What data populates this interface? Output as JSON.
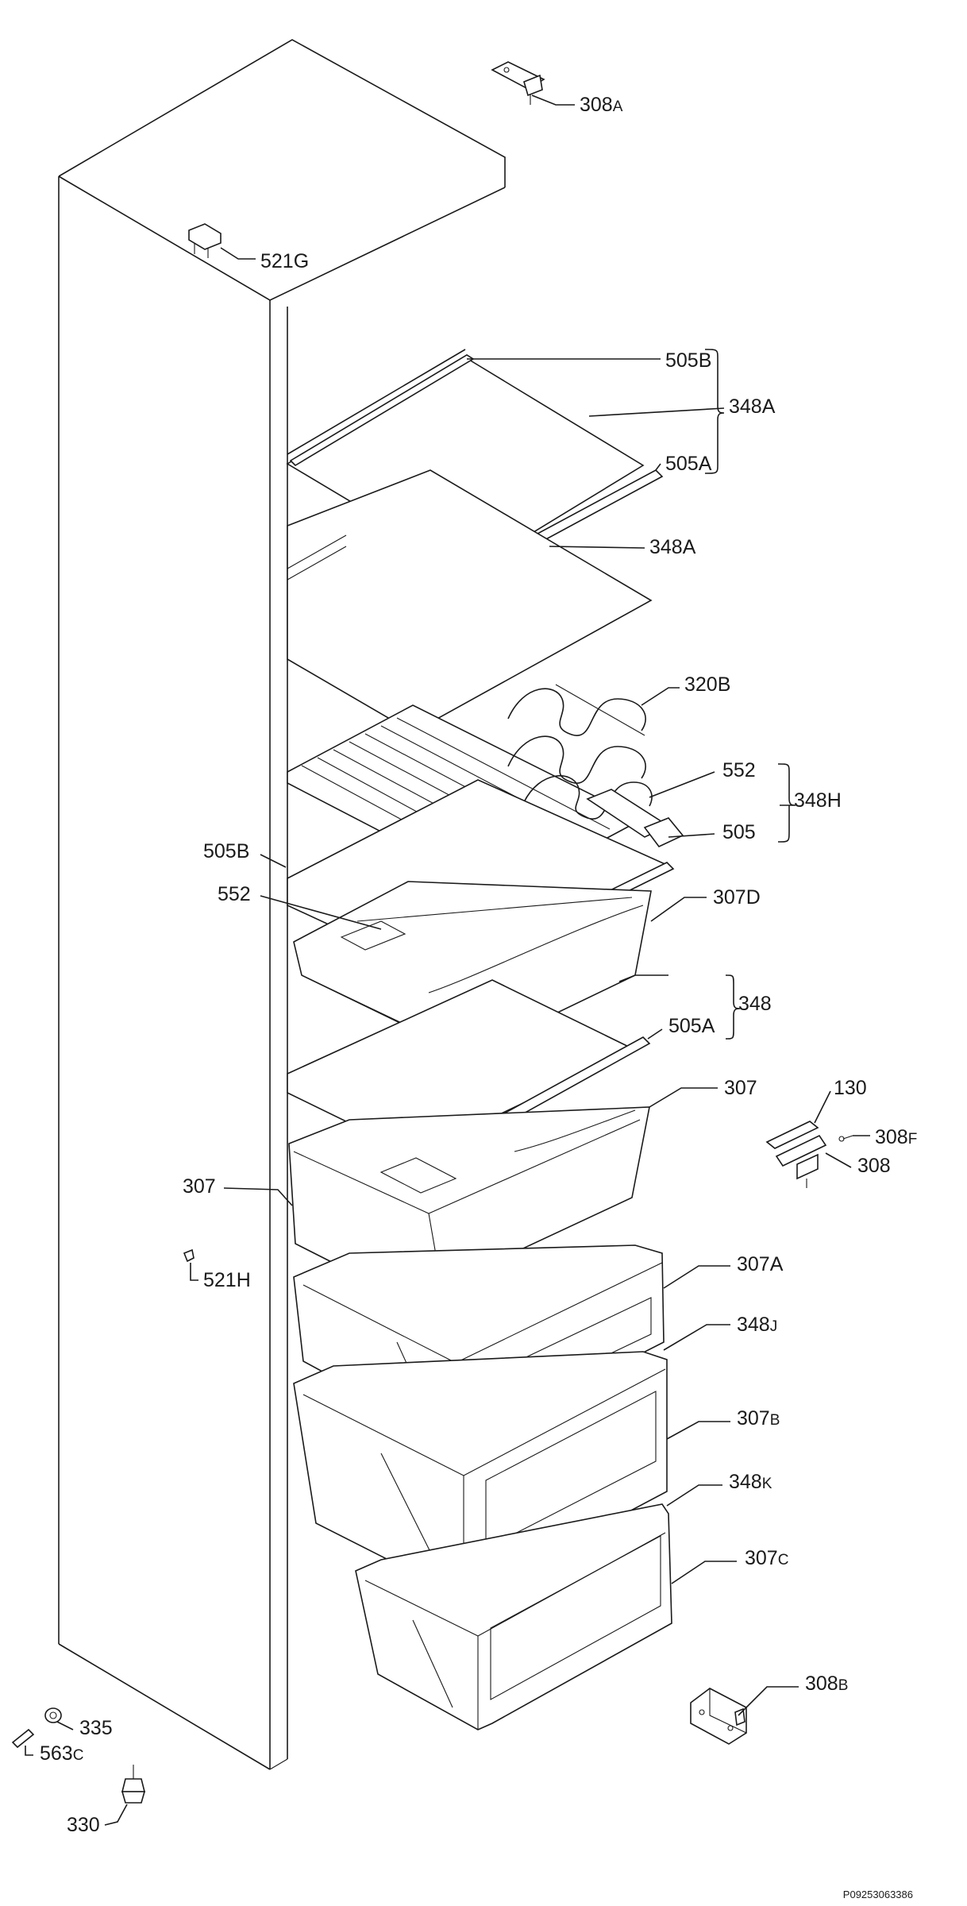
{
  "diagram": {
    "labels": [
      {
        "id": "308A",
        "main": "308",
        "sub": "A"
      },
      {
        "id": "521G",
        "main": "521G",
        "sub": ""
      },
      {
        "id": "505B-top",
        "main": "505B",
        "sub": ""
      },
      {
        "id": "348A-bracket",
        "main": "348A",
        "sub": ""
      },
      {
        "id": "505A-top",
        "main": "505A",
        "sub": ""
      },
      {
        "id": "348A-2",
        "main": "348A",
        "sub": ""
      },
      {
        "id": "320B",
        "main": "320B",
        "sub": ""
      },
      {
        "id": "552-right",
        "main": "552",
        "sub": ""
      },
      {
        "id": "348H",
        "main": "348H",
        "sub": ""
      },
      {
        "id": "505",
        "main": "505",
        "sub": ""
      },
      {
        "id": "505B-left",
        "main": "505B",
        "sub": ""
      },
      {
        "id": "552-left",
        "main": "552",
        "sub": ""
      },
      {
        "id": "307D",
        "main": "307D",
        "sub": ""
      },
      {
        "id": "348",
        "main": "348",
        "sub": ""
      },
      {
        "id": "505A-mid",
        "main": "505A",
        "sub": ""
      },
      {
        "id": "307-right",
        "main": "307",
        "sub": ""
      },
      {
        "id": "130",
        "main": "130",
        "sub": ""
      },
      {
        "id": "308F",
        "main": "308",
        "sub": "F"
      },
      {
        "id": "308",
        "main": "308",
        "sub": ""
      },
      {
        "id": "307-left",
        "main": "307",
        "sub": ""
      },
      {
        "id": "521H",
        "main": "521H",
        "sub": ""
      },
      {
        "id": "307A",
        "main": "307A",
        "sub": ""
      },
      {
        "id": "348J",
        "main": "348",
        "sub": "J"
      },
      {
        "id": "307B",
        "main": "307",
        "sub": "B"
      },
      {
        "id": "348K",
        "main": "348",
        "sub": "K"
      },
      {
        "id": "307C",
        "main": "307",
        "sub": "C"
      },
      {
        "id": "308B",
        "main": "308",
        "sub": "B"
      },
      {
        "id": "335",
        "main": "335",
        "sub": ""
      },
      {
        "id": "563C",
        "main": "563",
        "sub": "C"
      },
      {
        "id": "330",
        "main": "330",
        "sub": ""
      }
    ],
    "drawing_code": "P09253063386"
  }
}
